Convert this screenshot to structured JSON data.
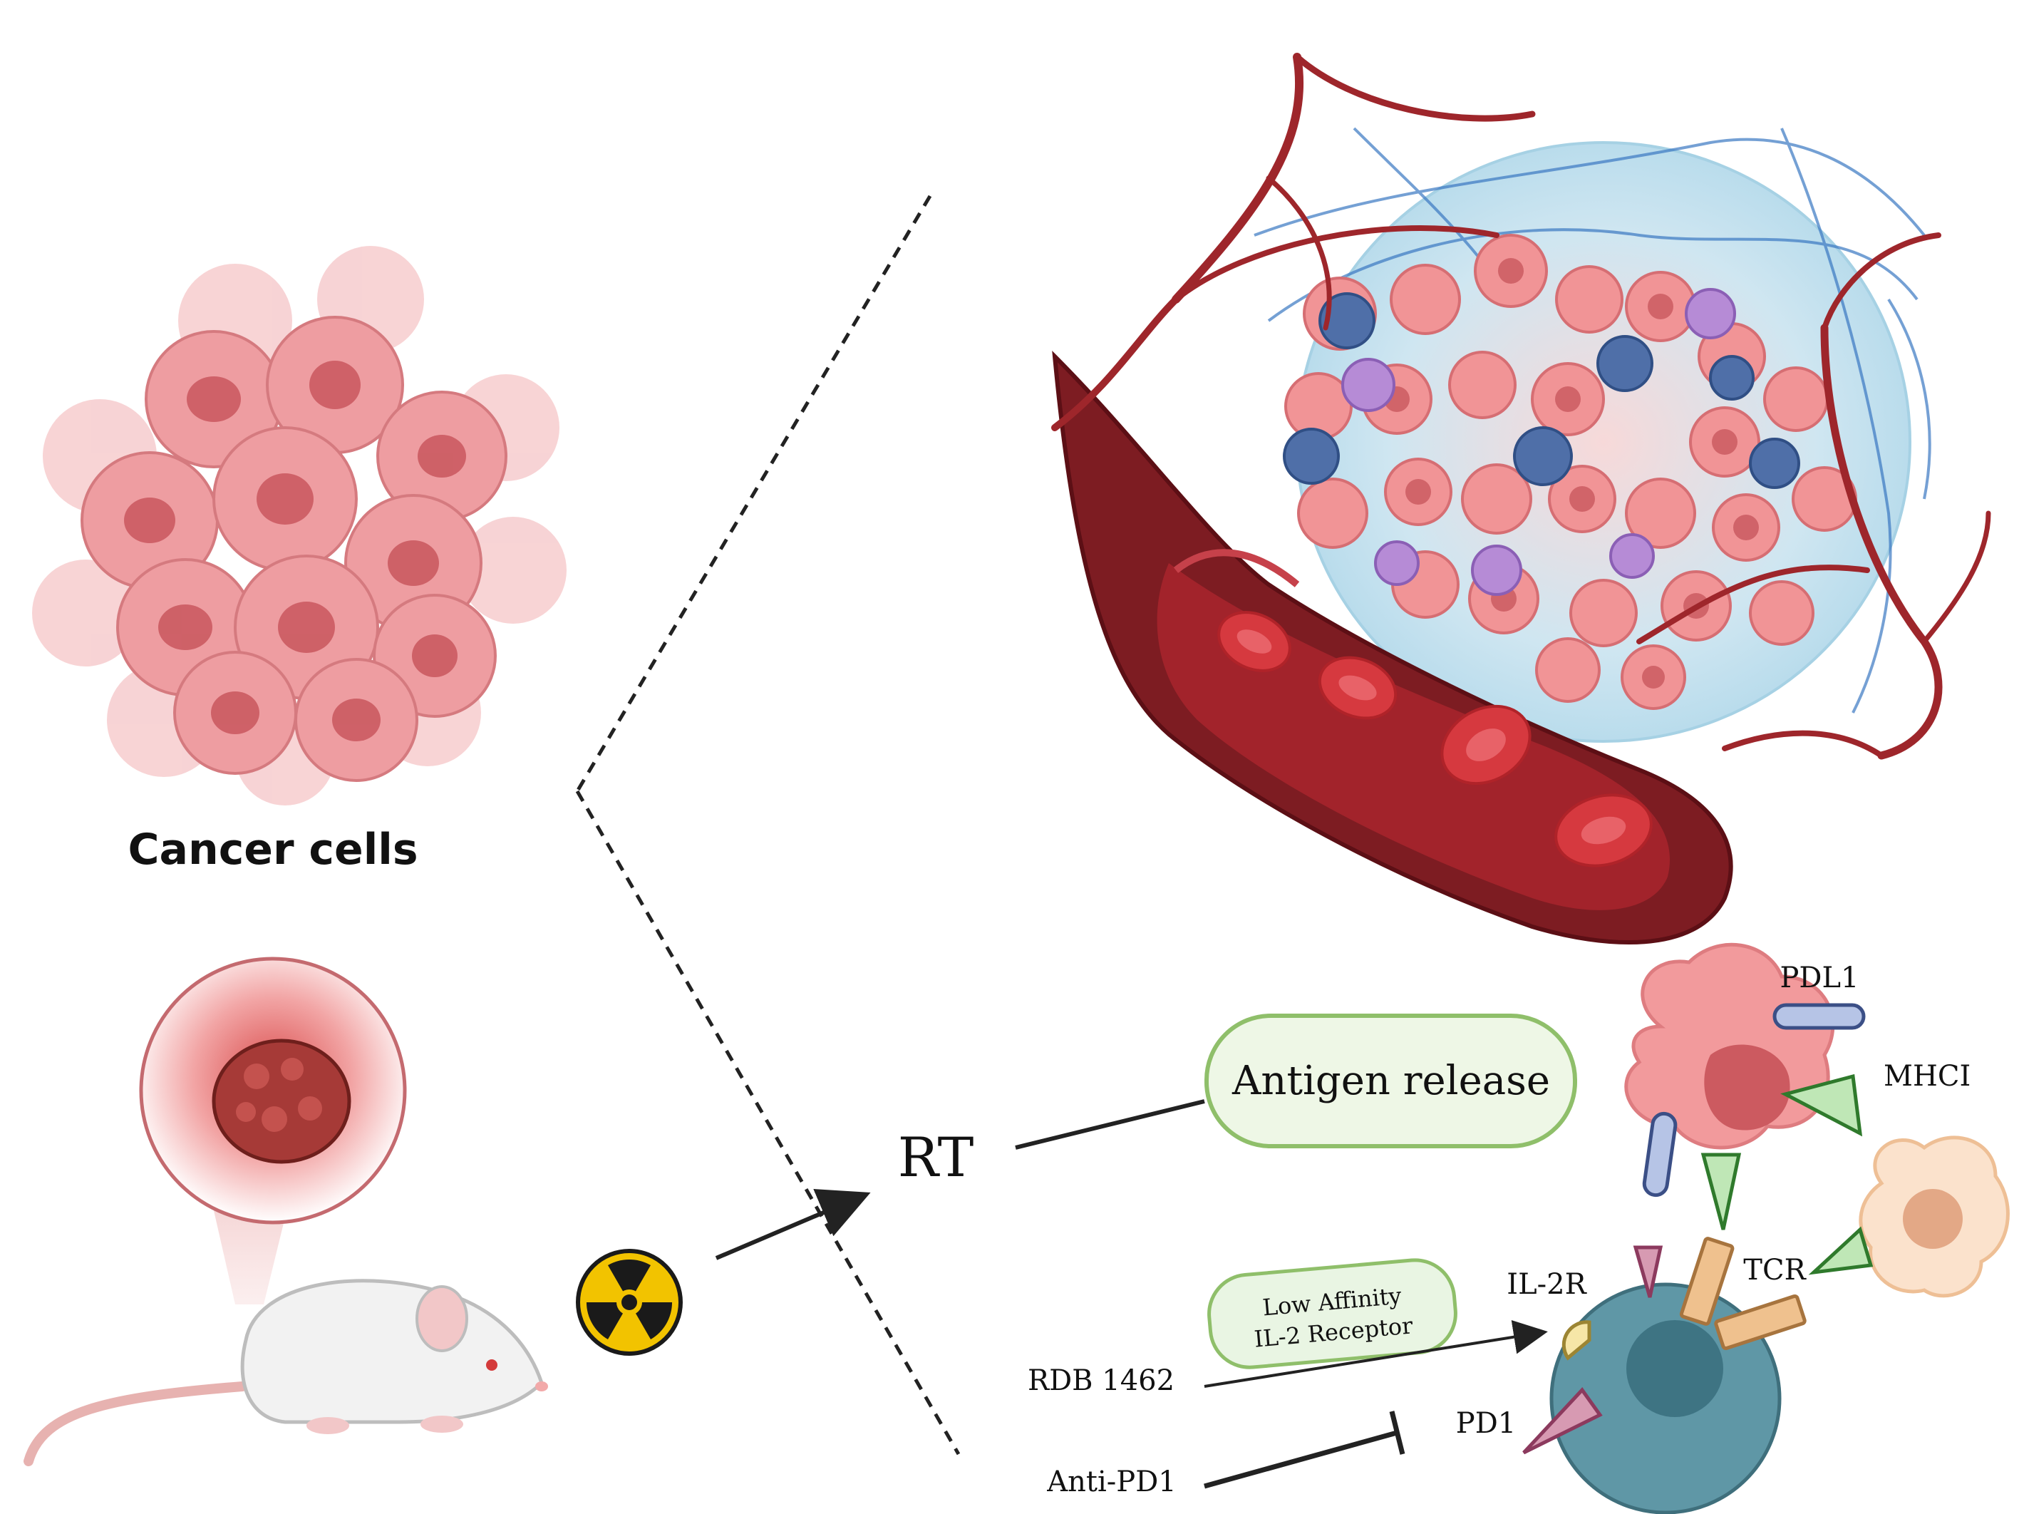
{
  "labels": {
    "cancer_cells": "Cancer cells",
    "rt": "RT",
    "antigen_release": "Antigen release",
    "pdl1": "PDL1",
    "mhci": "MHCI",
    "tcr": "TCR",
    "il2r": "IL-2R",
    "low_affinity_line1": "Low Affinity",
    "low_affinity_line2": "IL-2 Receptor",
    "rdb": "RDB 1462",
    "pd1": "PD1",
    "anti_pd1": "Anti-PD1"
  },
  "icons": {
    "radiation": "radiation-icon",
    "mouse": "mouse-icon",
    "tumor_zoom": "tumor-zoom-icon",
    "cancer_cluster": "cancer-cell-cluster-icon",
    "tumor_microenvironment": "tumor-microenvironment-icon",
    "blood_vessel": "blood-vessel-icon",
    "t_cell": "t-cell-icon",
    "tumor_cell": "tumor-cell-icon",
    "apc_cell": "antigen-presenting-cell-icon"
  },
  "colors": {
    "cancer_pink": "#f08f93",
    "vessel_red": "#8a1c20",
    "t_cell_teal": "#4f8a99",
    "radiation_yellow": "#f2c300",
    "antigen_green": "#8fbf6a"
  }
}
